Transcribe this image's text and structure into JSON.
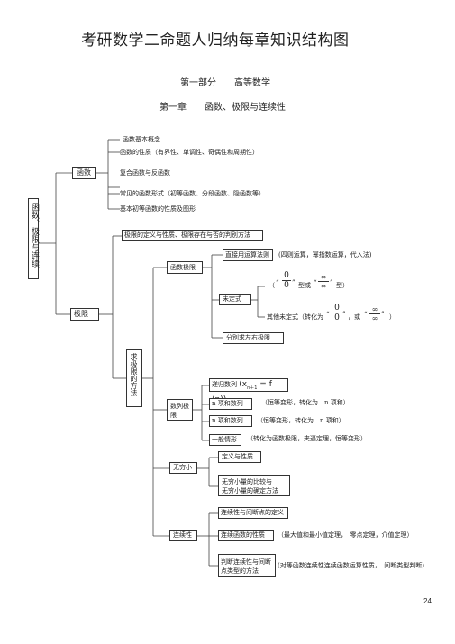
{
  "title": "考研数学二命题人归纳每章知识结构图",
  "part_line": "第一部分　　高等数学",
  "chapter_line": "第一章　　函数、极限与连续性",
  "root": "函数、极限与连续",
  "func": {
    "label": "函数",
    "items": [
      "函数基本概念",
      "函数的性质（有界性、单调性、奇偶性和周期性）",
      "复合函数与反函数",
      "常见的函数形式（初等函数、分段函数、隐函数等）",
      "基本初等函数的性质及图形"
    ]
  },
  "limit": {
    "label": "极限",
    "top": "极限的定义与性质、极限存在与否的判别方法",
    "method": "求极限的方法",
    "func_limit": {
      "label": "函数极限",
      "direct": "直接用运算法则",
      "direct_note": "(四则运算，幂指数运算，代入法)",
      "indet": "未定式",
      "indet_line1_a": "（",
      "indet_line1_b": "型或",
      "indet_line1_c": "型）",
      "zero": "0",
      "inf": "∞",
      "q_open": "“",
      "q_close": "”",
      "other_prefix": "其他未定式（转化为",
      "other_or": "，或",
      "other_close": "）",
      "onesided": "分別求左右极限"
    },
    "seq_limit": {
      "label": "数列极限",
      "recur": "递归数列",
      "recur_formula": "(x",
      "recur_sub": "n＋1",
      "recur_rest": " = f (n))",
      "nsum": "n 项和数列",
      "nsum_note": "（恒等变形，转化为　n 项和）",
      "nprod": "n 项和数列",
      "nprod_note": "（恒等变形，转化为　n 项和）",
      "general": "一般情形",
      "general_note": "（转化为函数极限，夹逼定理，恒等变形）"
    },
    "infinitesimal": {
      "label": "无穷小",
      "def": "定义与性质",
      "compare1": "无穷小量的比较与",
      "compare2": "无穷小量的确定方法"
    },
    "continuity": {
      "label": "连续性",
      "def": "连续性与间断点的定义",
      "props": "连续函数的性质",
      "props_note": "（最大值和最小值定理，　零点定理，介值定理）",
      "judge1": "判断连续性与间断",
      "judge2": "点类型的方法",
      "judge_note": "(对等函数连续性连续函数运算性质，　间断类型判断)"
    }
  },
  "page_number": "24"
}
